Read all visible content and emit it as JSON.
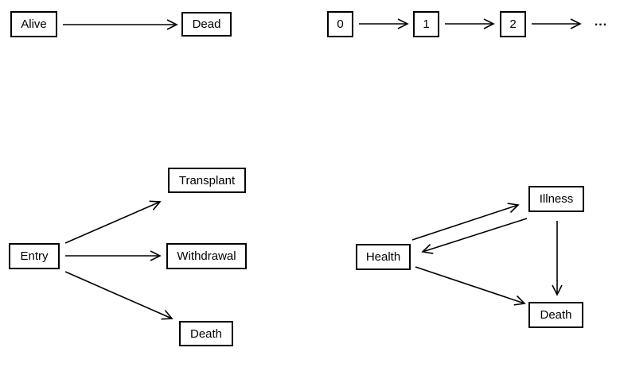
{
  "colors": {
    "background": "#ffffff",
    "line": "#000000",
    "box_border": "#000000",
    "text": "#000000"
  },
  "diagrams": [
    {
      "id": "two-state",
      "nodes": [
        {
          "id": "alive",
          "label": "Alive"
        },
        {
          "id": "dead",
          "label": "Dead"
        }
      ],
      "edges": [
        {
          "from": "Alive",
          "to": "Dead"
        }
      ]
    },
    {
      "id": "progressive-counting",
      "nodes": [
        {
          "id": "s0",
          "label": "0"
        },
        {
          "id": "s1",
          "label": "1"
        },
        {
          "id": "s2",
          "label": "2"
        }
      ],
      "ellipsis": "...",
      "edges": [
        {
          "from": "0",
          "to": "1"
        },
        {
          "from": "1",
          "to": "2"
        },
        {
          "from": "2",
          "to": "..."
        }
      ]
    },
    {
      "id": "competing-risks",
      "nodes": [
        {
          "id": "entry",
          "label": "Entry"
        },
        {
          "id": "transplant",
          "label": "Transplant"
        },
        {
          "id": "withdrawal",
          "label": "Withdrawal"
        },
        {
          "id": "death",
          "label": "Death"
        }
      ],
      "edges": [
        {
          "from": "Entry",
          "to": "Transplant"
        },
        {
          "from": "Entry",
          "to": "Withdrawal"
        },
        {
          "from": "Entry",
          "to": "Death"
        }
      ]
    },
    {
      "id": "illness-death",
      "nodes": [
        {
          "id": "health",
          "label": "Health"
        },
        {
          "id": "illness",
          "label": "Illness"
        },
        {
          "id": "death",
          "label": "Death"
        }
      ],
      "edges": [
        {
          "from": "Health",
          "to": "Illness"
        },
        {
          "from": "Illness",
          "to": "Health"
        },
        {
          "from": "Illness",
          "to": "Death"
        },
        {
          "from": "Health",
          "to": "Death"
        }
      ]
    }
  ]
}
